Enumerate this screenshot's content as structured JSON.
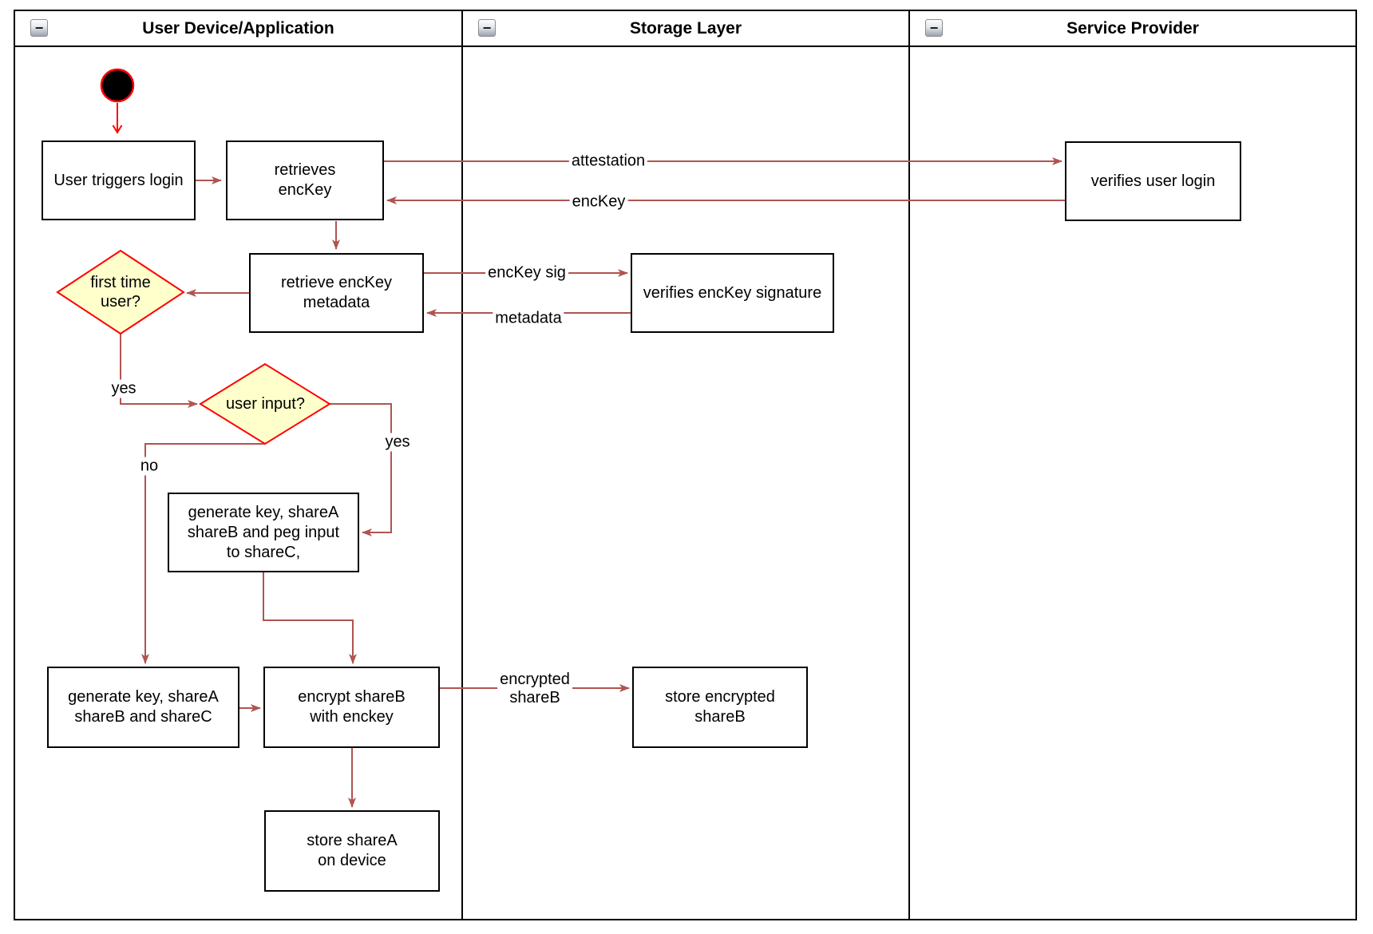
{
  "colors": {
    "edge": "#B05450",
    "decision_fill": "#FFFFCC",
    "decision_border": "#FF0000",
    "start_fill": "#000000",
    "start_border": "#FF0000",
    "node_border": "#000000"
  },
  "lanes": [
    {
      "title": "User Device/Application",
      "collapse_icon": "−"
    },
    {
      "title": "Storage Layer",
      "collapse_icon": "−"
    },
    {
      "title": "Service Provider",
      "collapse_icon": "−"
    }
  ],
  "nodes": {
    "user_triggers_login": "User triggers login",
    "retrieves_enckey": "retrieves\nencKey",
    "verifies_user_login": "verifies user login",
    "retrieve_enckey_metadata": "retrieve encKey\nmetadata",
    "verifies_enckey_signature": "verifies encKey signature",
    "first_time_user": "first time\nuser?",
    "user_input": "user input?",
    "generate_key_peg_input": "generate key, shareA\nshareB and peg input\nto shareC,",
    "generate_key_sharec": "generate key, shareA\nshareB and shareC",
    "encrypt_shareb": "encrypt shareB\nwith enckey",
    "store_sharea": "store shareA\non device",
    "store_encrypted_shareb": "store encrypted\nshareB"
  },
  "edge_labels": {
    "attestation": "attestation",
    "enckey": "encKey",
    "enckey_sig": "encKey sig",
    "metadata": "metadata",
    "yes_first_time": "yes",
    "yes_user_input": "yes",
    "no_user_input": "no",
    "encrypted_shareb": "encrypted\nshareB"
  }
}
